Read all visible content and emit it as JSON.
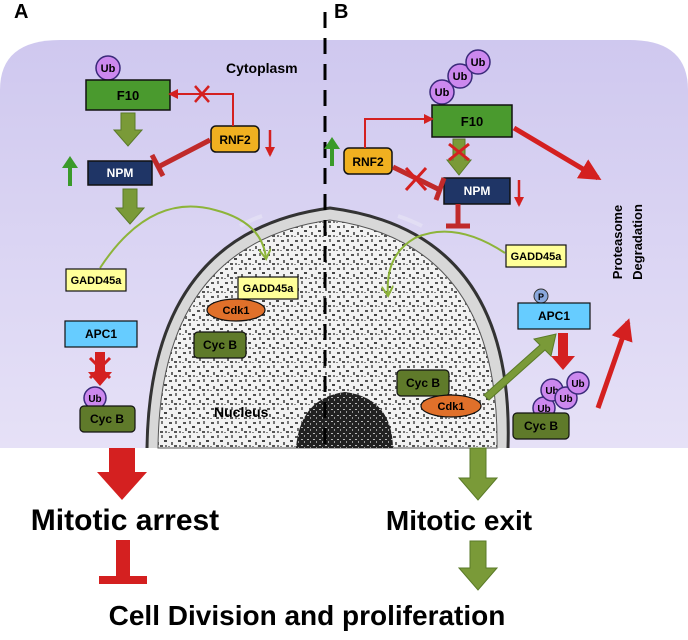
{
  "panels": {
    "a": "A",
    "b": "B"
  },
  "regions": {
    "cytoplasm": "Cytoplasm",
    "nucleus": "Nucleus",
    "proteasome_line1": "Proteasome",
    "proteasome_line2": "Degradation"
  },
  "proteins": {
    "f10": "F10",
    "npm": "NPM",
    "rnf2": "RNF2",
    "gadd45a": "GADD45a",
    "apc1": "APC1",
    "cdk1": "Cdk1",
    "cycb": "Cyc B",
    "ub": "Ub",
    "p": "P"
  },
  "outcomes": {
    "mitotic_arrest": "Mitotic arrest",
    "mitotic_exit": "Mitotic exit",
    "cell_division": "Cell Division and proliferation"
  },
  "colors": {
    "cytoplasm_fill": "#dcd6f3",
    "f10_fill": "#4a9a2e",
    "npm_fill": "#1f3566",
    "rnf2_fill": "#f0b020",
    "gadd45a_fill": "#ffff99",
    "apc1_fill": "#66ccff",
    "cycb_fill": "#5f7a2a",
    "cdk1_fill": "#e0702a",
    "ub_fill": "#cc88ee",
    "inhibit_red": "#d42020",
    "activate_green": "#7a9a38"
  }
}
